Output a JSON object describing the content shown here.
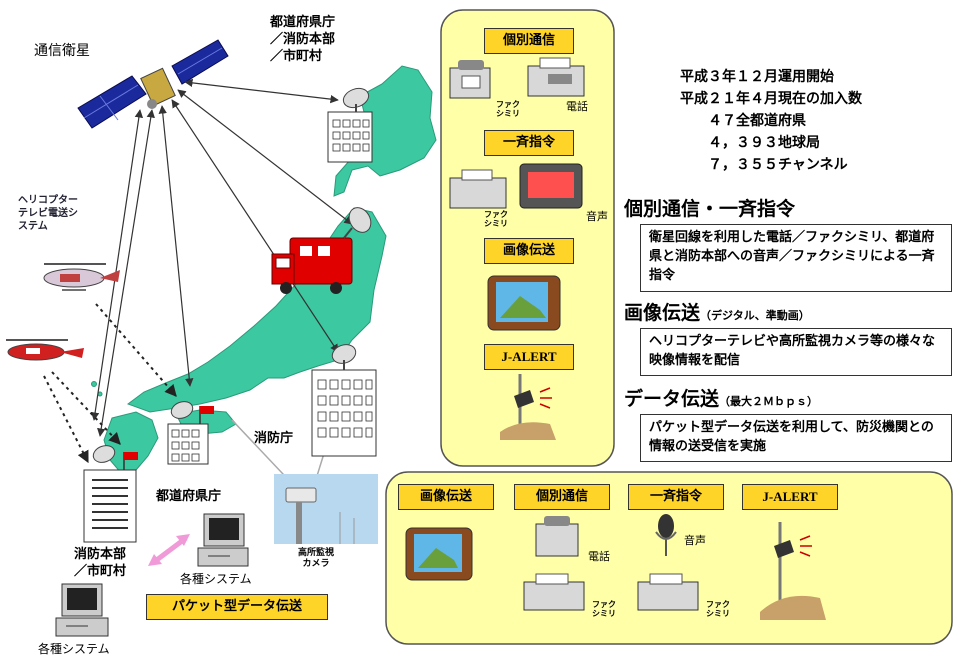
{
  "map": {
    "satellite_label": "通信衛星",
    "pref_office_lines": [
      "都道府県庁",
      "／消防本部",
      "／市町村"
    ],
    "helicopter_lines": [
      "ヘリコプター",
      "テレビ電送シ",
      "ステム"
    ],
    "fdma_label": "消防庁",
    "pref_label": "都道府県庁",
    "fire_hq_lines": [
      "消防本部",
      "／市町村"
    ],
    "camera_lines": [
      "高所監視",
      "カメラ"
    ],
    "systems_label_1": "各種システム",
    "systems_label_2": "各種システム",
    "packet_label": "パケット型データ伝送"
  },
  "top_panel": {
    "individual": "個別通信",
    "fax": "ファク\nシミリ",
    "phone": "電話",
    "broadcast": "一斉指令",
    "fax2": "ファク\nシミリ",
    "voice": "音声",
    "image": "画像伝送",
    "jalert": "J-ALERT"
  },
  "stats": {
    "line1": "平成３年１２月運用開始",
    "line2": "平成２１年４月現在の加入数",
    "line3": "４７全都道府県",
    "line4": "４，３９３地球局",
    "line5": "７，３５５チャンネル"
  },
  "services": {
    "s1_title": "個別通信・一斉指令",
    "s1_body": "衛星回線を利用した電話／ファクシミリ、都道府県と消防本部への音声／ファクシミリによる一斉指令",
    "s2_title": "画像伝送",
    "s2_note": "（デジタル、準動画）",
    "s2_body": "ヘリコプターテレビや高所監視カメラ等の様々な映像情報を配信",
    "s3_title": "データ伝送",
    "s3_note": "（最大２Ｍｂｐｓ）",
    "s3_body": "パケット型データ伝送を利用して、防災機関との情報の送受信を実施"
  },
  "bottom_panel": {
    "image": "画像伝送",
    "individual": "個別通信",
    "broadcast": "一斉指令",
    "jalert": "J-ALERT",
    "phone": "電話",
    "voice": "音声",
    "fax1": "ファク\nシミリ",
    "fax2": "ファク\nシミリ"
  },
  "colors": {
    "land": "#3cc8a0",
    "panel": "#ffffa8",
    "pill": "#ffd428",
    "truck": "#e00000"
  }
}
